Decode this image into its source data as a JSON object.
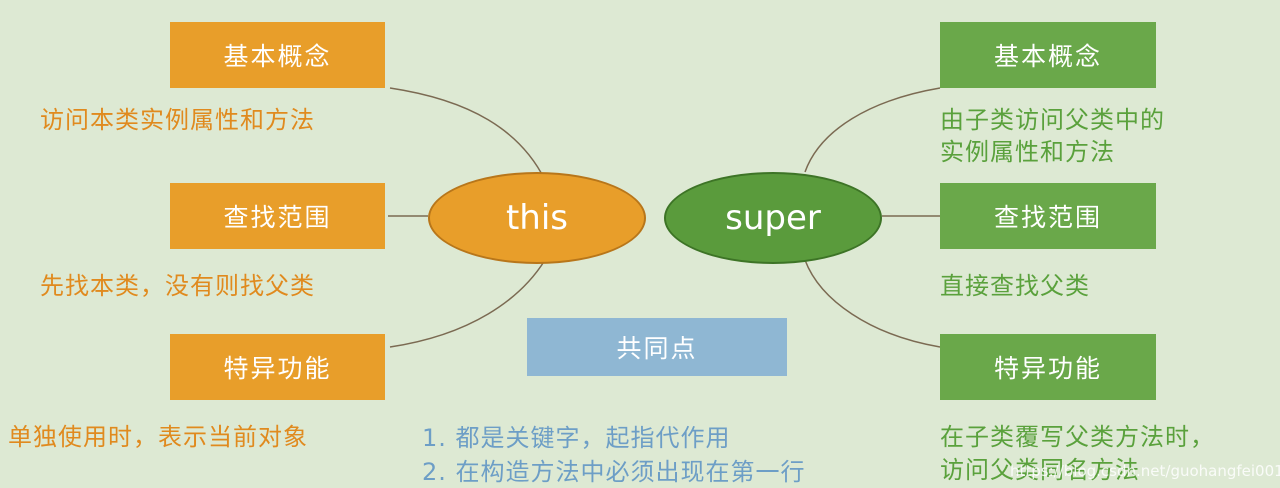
{
  "colors": {
    "background": "#dde9d3",
    "this_color": "#e89e2a",
    "super_color": "#6aa84a",
    "common_color": "#8fb7d3"
  },
  "this_node": {
    "label": "this",
    "basic_concept_title": "基本概念",
    "basic_concept_text": "访问本类实例属性和方法",
    "lookup_scope_title": "查找范围",
    "lookup_scope_text": "先找本类，没有则找父类",
    "special_feature_title": "特异功能",
    "special_feature_text": "单独使用时，表示当前对象"
  },
  "super_node": {
    "label": "super",
    "basic_concept_title": "基本概念",
    "basic_concept_text_1": "由子类访问父类中的",
    "basic_concept_text_2": "实例属性和方法",
    "lookup_scope_title": "查找范围",
    "lookup_scope_text": "直接查找父类",
    "special_feature_title": "特异功能",
    "special_feature_text_1": "在子类覆写父类方法时，",
    "special_feature_text_2": "访问父类同名方法"
  },
  "common": {
    "title": "共同点",
    "items": [
      "1.  都是关键字，起指代作用",
      "2.  在构造方法中必须出现在第一行"
    ]
  },
  "watermark": "https://blog.csdn.net/guohangfei001"
}
